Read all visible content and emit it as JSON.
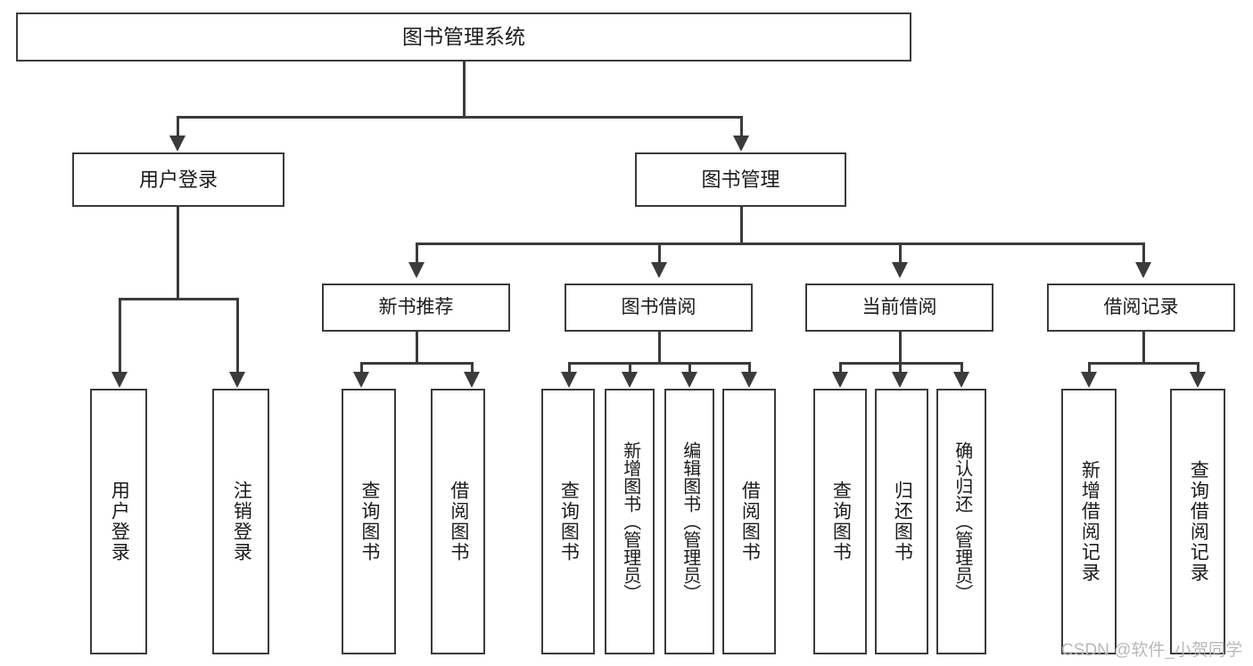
{
  "diagram": {
    "title": "图书管理系统",
    "type": "functional-structure-tree",
    "root": {
      "label": "图书管理系统"
    },
    "level1": [
      {
        "label": "用户登录"
      },
      {
        "label": "图书管理"
      }
    ],
    "level2": [
      {
        "label": "新书推荐"
      },
      {
        "label": "图书借阅"
      },
      {
        "label": "当前借阅"
      },
      {
        "label": "借阅记录"
      }
    ],
    "leaves": [
      {
        "label": "用户登录",
        "parent": "用户登录"
      },
      {
        "label": "注销登录",
        "parent": "用户登录"
      },
      {
        "label": "查询图书",
        "parent": "新书推荐"
      },
      {
        "label": "借阅图书",
        "parent": "新书推荐"
      },
      {
        "label": "查询图书",
        "parent": "图书借阅"
      },
      {
        "label": "新增图书（管理员）",
        "parent": "图书借阅"
      },
      {
        "label": "编辑图书（管理员）",
        "parent": "图书借阅"
      },
      {
        "label": "借阅图书",
        "parent": "图书借阅"
      },
      {
        "label": "查询图书",
        "parent": "当前借阅"
      },
      {
        "label": "归还图书",
        "parent": "当前借阅"
      },
      {
        "label": "确认归还（管理员）",
        "parent": "当前借阅"
      },
      {
        "label": "新增借阅记录",
        "parent": "借阅记录"
      },
      {
        "label": "查询借阅记录",
        "parent": "借阅记录"
      }
    ],
    "watermark": "CSDN @软件_小贺同学",
    "colors": {
      "stroke": "#3b3b3b",
      "fill": "#ffffff",
      "text": "#1b1b1b",
      "watermark": "#b9b9b9"
    }
  }
}
